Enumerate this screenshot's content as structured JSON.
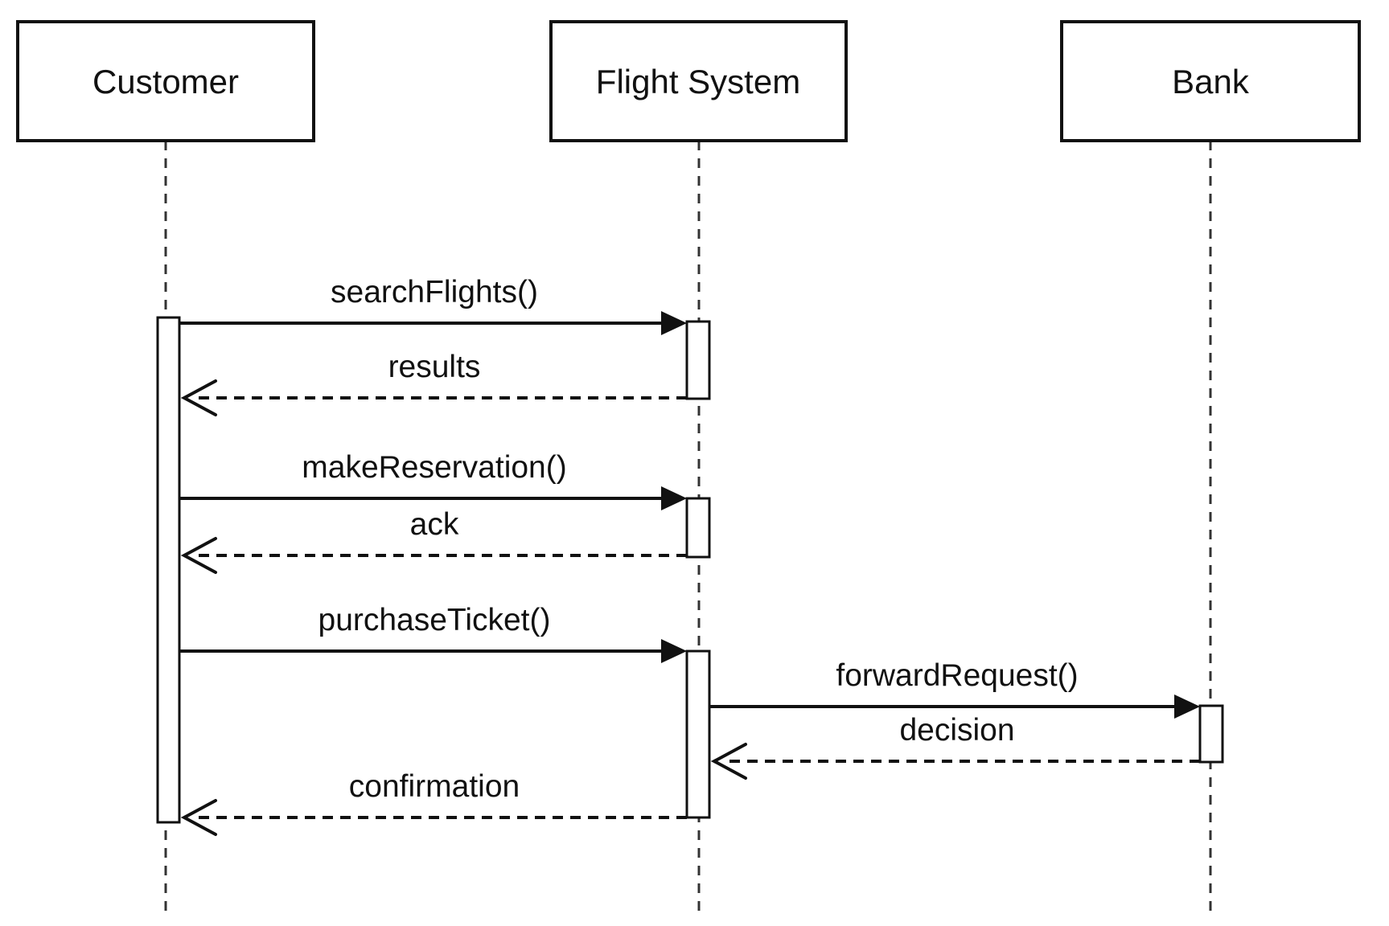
{
  "diagram": {
    "type": "uml-sequence-diagram",
    "colors": {
      "line": "#111111",
      "background": "#ffffff",
      "box_fill": "#ffffff"
    },
    "actors": [
      {
        "id": "customer",
        "label": "Customer"
      },
      {
        "id": "flight-system",
        "label": "Flight System"
      },
      {
        "id": "bank",
        "label": "Bank"
      }
    ],
    "messages": [
      {
        "from": "Customer",
        "to": "Flight System",
        "label": "searchFlights()",
        "kind": "sync"
      },
      {
        "from": "Flight System",
        "to": "Customer",
        "label": "results",
        "kind": "return"
      },
      {
        "from": "Customer",
        "to": "Flight System",
        "label": "makeReservation()",
        "kind": "sync"
      },
      {
        "from": "Flight System",
        "to": "Customer",
        "label": "ack",
        "kind": "return"
      },
      {
        "from": "Customer",
        "to": "Flight System",
        "label": "purchaseTicket()",
        "kind": "sync"
      },
      {
        "from": "Flight System",
        "to": "Bank",
        "label": "forwardRequest()",
        "kind": "sync"
      },
      {
        "from": "Bank",
        "to": "Flight System",
        "label": "decision",
        "kind": "return"
      },
      {
        "from": "Flight System",
        "to": "Customer",
        "label": "confirmation",
        "kind": "return"
      }
    ]
  }
}
